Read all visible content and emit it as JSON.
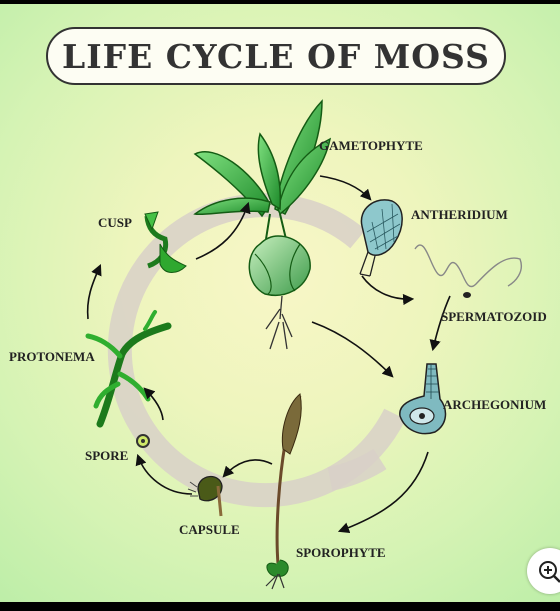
{
  "title": "LIFE CYCLE OF MOSS",
  "labels": {
    "gametophyte": "GAMETOPHYTE",
    "antheridium": "ANTHERIDIUM",
    "spermatozoid": "SPERMATOZOID",
    "archegonium": "ARCHEGONIUM",
    "sporophyte": "SPOROPHYTE",
    "capsule": "CAPSULE",
    "spore": "SPORE",
    "protonema": "PROTONEMA",
    "cusp": "CUSP"
  },
  "colors": {
    "ring": "#d9d2c6",
    "leaf_green": "#3cc03c",
    "dark_green": "#1f7a1f",
    "brown": "#6b4a2a",
    "teal": "#5aa0a8"
  },
  "icons": {
    "zoom": "zoom-in-icon"
  }
}
